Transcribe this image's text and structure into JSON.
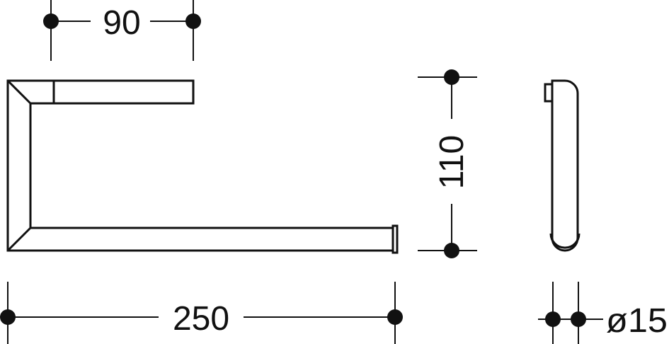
{
  "dimensions": {
    "top_width": "90",
    "overall_length": "250",
    "height": "110",
    "diameter": "ø15"
  },
  "colors": {
    "line": "#111111",
    "background": "#ffffff"
  }
}
